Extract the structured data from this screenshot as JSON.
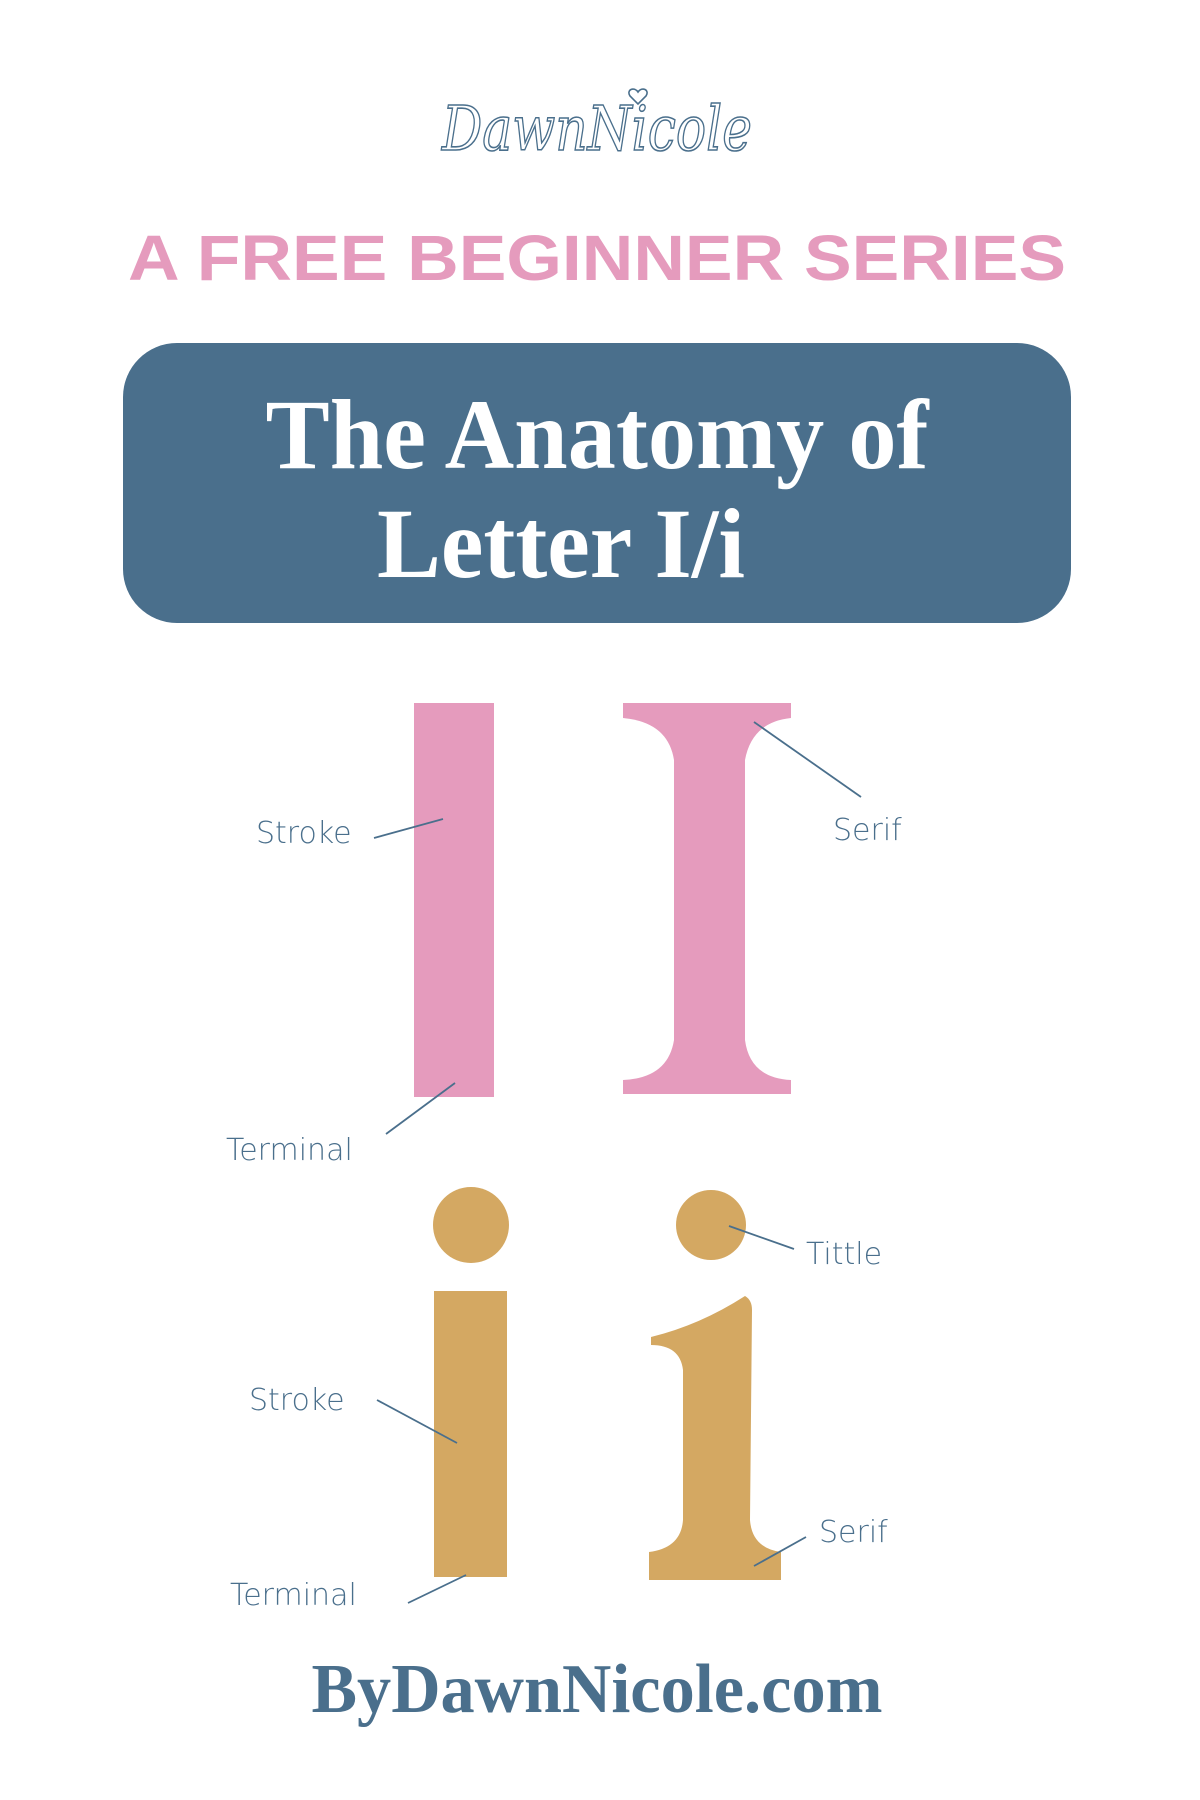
{
  "logo": {
    "text": "DawnNicole"
  },
  "series_heading": "A FREE BEGINNER SERIES",
  "title": {
    "line1": "The Anatomy of",
    "line2": "Letter I/i"
  },
  "uppercase_labels": {
    "stroke": "Stroke",
    "serif": "Serif",
    "terminal": "Terminal"
  },
  "lowercase_labels": {
    "tittle": "Tittle",
    "stroke": "Stroke",
    "serif": "Serif",
    "terminal": "Terminal"
  },
  "footer": {
    "website": "ByDawnNicole.com"
  },
  "colors": {
    "blue": "#4a6f8c",
    "pink": "#e59bbd",
    "gold": "#d4a862"
  }
}
